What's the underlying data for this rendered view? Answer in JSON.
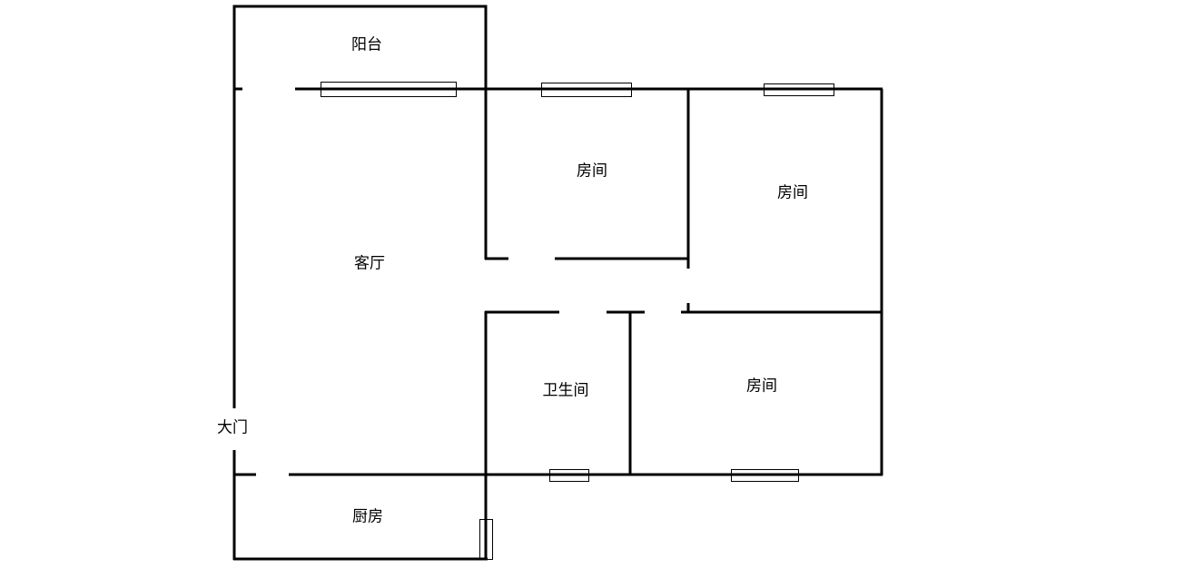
{
  "rooms": {
    "balcony": "阳台",
    "bedroom_top_middle": "房间",
    "bedroom_top_right": "房间",
    "living_room": "客厅",
    "bathroom": "卫生间",
    "bedroom_bottom_right": "房间",
    "main_door": "大门",
    "kitchen": "厨房"
  },
  "colors": {
    "wall": "#000000",
    "background": "#ffffff"
  }
}
